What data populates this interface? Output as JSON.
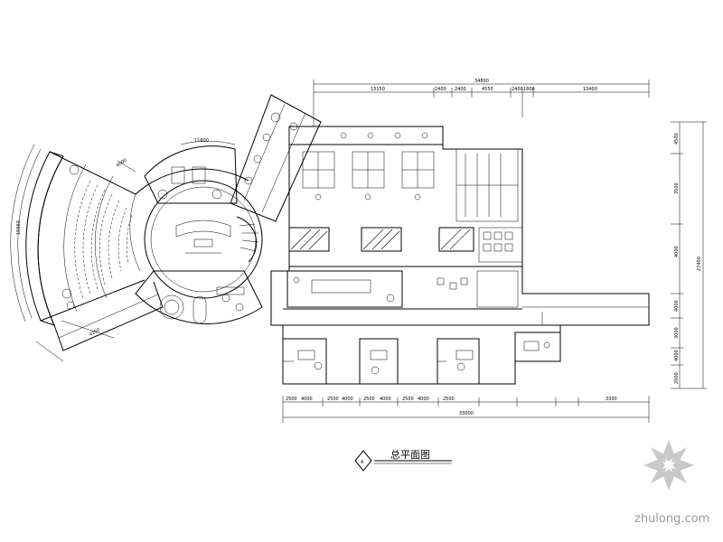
{
  "drawing": {
    "title_label": "总平面图",
    "view_tag": "A"
  },
  "dimensions": {
    "top_total": "34800",
    "top_segments": [
      "13150",
      "2400",
      "2400",
      "4550",
      "2400",
      "1800",
      "13400"
    ],
    "bottom_total": "33000",
    "bottom_segments": [
      "2500",
      "4000",
      "2500",
      "4000",
      "2500",
      "4000",
      "2500",
      "4000",
      "2500",
      "3300"
    ],
    "right_total": "27400",
    "right_segments": [
      "4500",
      "3500",
      "4000",
      "4000",
      "3000",
      "4000",
      "2000"
    ],
    "left_arc": "15560",
    "arc_top": "11600",
    "wing_dim": "4150",
    "small_dim": "4000"
  },
  "watermark": {
    "text": "zhulong.com"
  }
}
